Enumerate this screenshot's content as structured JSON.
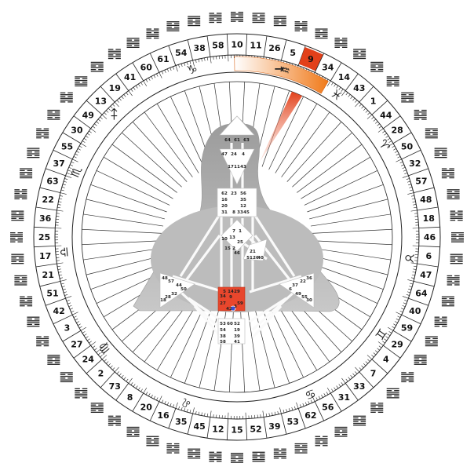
{
  "wheel": {
    "gates_clockwise_from_top": [
      "10",
      "11",
      "26",
      "5",
      "9",
      "34",
      "14",
      "43",
      "1",
      "44",
      "28",
      "50",
      "32",
      "57",
      "48",
      "18",
      "46",
      "6",
      "47",
      "64",
      "40",
      "59",
      "29",
      "4",
      "7",
      "33",
      "31",
      "56",
      "62",
      "53",
      "39",
      "52",
      "15",
      "12",
      "45",
      "35",
      "16",
      "20",
      "8",
      "73",
      "2",
      "24",
      "27",
      "3",
      "42",
      "51",
      "21",
      "17",
      "25",
      "36",
      "22",
      "63",
      "37",
      "55",
      "30",
      "49",
      "13",
      "19",
      "41",
      "60",
      "61",
      "54",
      "38",
      "58"
    ],
    "highlighted_gate": "9",
    "zodiac_signs": [
      {
        "name": "aquarius",
        "glyph": "♒",
        "angle": -16
      },
      {
        "name": "pisces",
        "glyph": "♓",
        "angle": -35
      },
      {
        "name": "aries",
        "glyph": "♈",
        "angle": -58
      },
      {
        "name": "taurus",
        "glyph": "♉",
        "angle": -97
      },
      {
        "name": "gemini",
        "glyph": "♊",
        "angle": -124
      },
      {
        "name": "cancer",
        "glyph": "♋",
        "angle": -155
      },
      {
        "name": "leo",
        "glyph": "♌",
        "angle": -197
      },
      {
        "name": "virgo",
        "glyph": "♍",
        "angle": -230
      },
      {
        "name": "libra",
        "glyph": "♎",
        "angle": -265
      },
      {
        "name": "scorpio",
        "glyph": "♏",
        "angle": -292
      },
      {
        "name": "sagittarius",
        "glyph": "♐",
        "angle": -315
      },
      {
        "name": "capricorn",
        "glyph": "♑",
        "angle": -345
      }
    ],
    "pointer_glyph": "→"
  },
  "bodygraph": {
    "centers": {
      "head": [
        "64",
        "61",
        "63"
      ],
      "ajna": [
        "47",
        "24",
        "4",
        "17",
        "11",
        "43"
      ],
      "throat": [
        "62",
        "23",
        "56",
        "16",
        "35",
        "20",
        "12",
        "31",
        "8",
        "33",
        "45"
      ],
      "g": [
        "7",
        "1",
        "13",
        "10",
        "15",
        "2",
        "25",
        "46"
      ],
      "ego": [
        "21",
        "51",
        "26",
        "40"
      ],
      "spleen": [
        "48",
        "57",
        "44",
        "50",
        "32",
        "28",
        "18"
      ],
      "solar_plexus": [
        "36",
        "22",
        "37",
        "6",
        "49",
        "55",
        "30"
      ],
      "sacral": [
        "5",
        "14",
        "29",
        "34",
        "27",
        "42",
        "3",
        "59",
        "9"
      ],
      "root": [
        "53",
        "60",
        "52",
        "54",
        "19",
        "38",
        "39",
        "58",
        "41"
      ]
    }
  }
}
